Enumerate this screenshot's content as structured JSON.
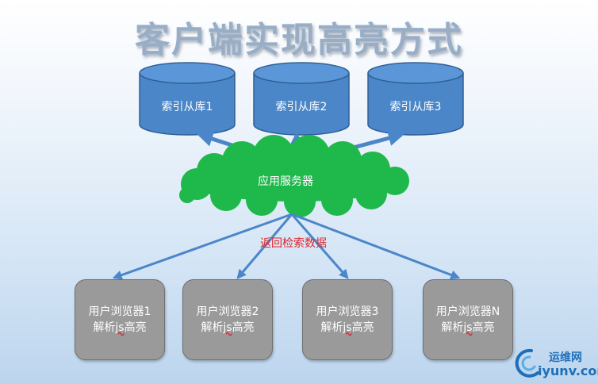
{
  "title": "客户端实现高亮方式",
  "databases": [
    {
      "label": "索引从库1"
    },
    {
      "label": "索引从库2"
    },
    {
      "label": "索引从库3"
    }
  ],
  "server": {
    "label": "应用服务器"
  },
  "return_label": "返回检索数据",
  "browsers": [
    {
      "line1": "用户浏览器1",
      "line2_pre": "解析",
      "line2_js": "js",
      "line2_post": "高亮"
    },
    {
      "line1": "用户浏览器2",
      "line2_pre": "解析",
      "line2_js": "js",
      "line2_post": "高亮"
    },
    {
      "line1": "用户浏览器3",
      "line2_pre": "解析",
      "line2_js": "js",
      "line2_post": "高亮"
    },
    {
      "line1": "用户浏览器N",
      "line2_pre": "解析",
      "line2_js": "js",
      "line2_post": "高亮"
    }
  ],
  "watermark": {
    "name": "运维网",
    "url": "iyunv.com"
  },
  "colors": {
    "db_fill": "#4a86c8",
    "db_stroke": "#2f5f95",
    "cloud_fill": "#1fb84a",
    "arrow": "#4a86c8",
    "browser_fill": "#9a9a9a",
    "return_text": "#e1252c"
  }
}
